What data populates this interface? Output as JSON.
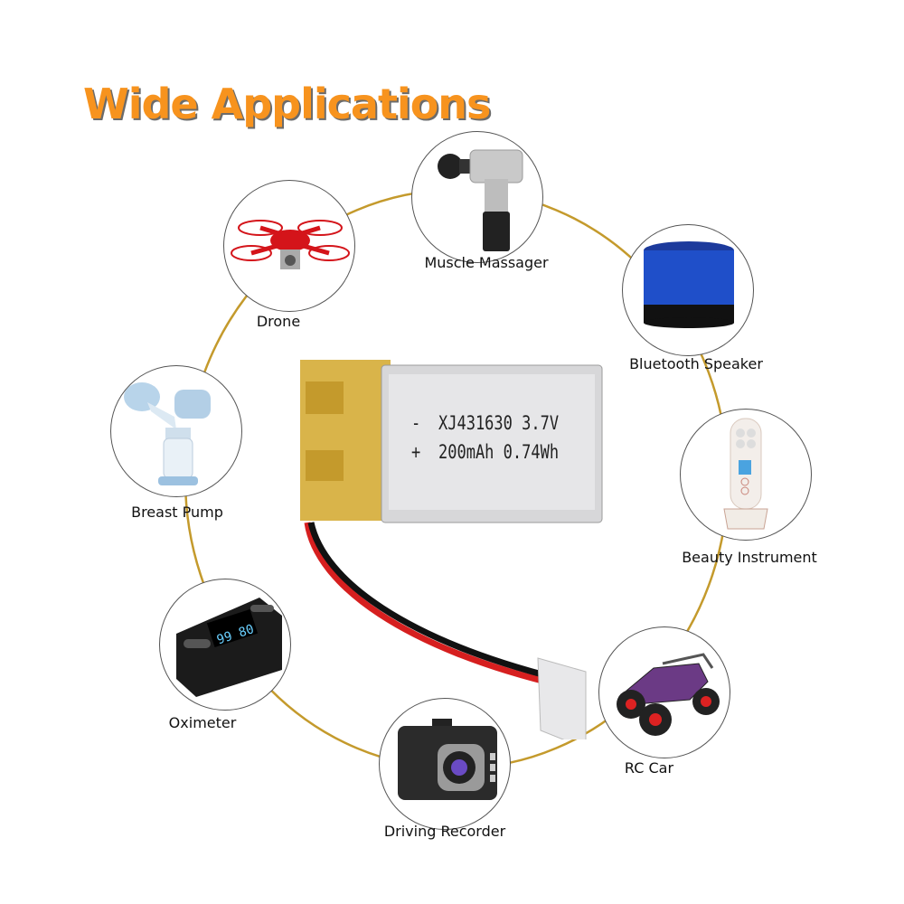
{
  "title": "Wide Applications",
  "colors": {
    "title": "#f7931e",
    "title_shadow": "#6b6b6b",
    "ring": "#c49a2c",
    "circle_border": "#555555"
  },
  "battery": {
    "polarity_negative": "-",
    "polarity_positive": "+",
    "line1": "XJ431630 3.7V",
    "line2": "200mAh 0.74Wh"
  },
  "applications": [
    {
      "id": "muscle-massager",
      "label": "Muscle Massager",
      "icon": "massage-gun-icon"
    },
    {
      "id": "bluetooth-speaker",
      "label": "Bluetooth Speaker",
      "icon": "speaker-icon"
    },
    {
      "id": "beauty-instrument",
      "label": "Beauty Instrument",
      "icon": "beauty-device-icon"
    },
    {
      "id": "rc-car",
      "label": "RC Car",
      "icon": "rc-car-icon"
    },
    {
      "id": "driving-recorder",
      "label": "Driving Recorder",
      "icon": "dashcam-icon"
    },
    {
      "id": "oximeter",
      "label": "Oximeter",
      "icon": "oximeter-icon",
      "display": "99 80"
    },
    {
      "id": "breast-pump",
      "label": "Breast Pump",
      "icon": "breast-pump-icon"
    },
    {
      "id": "drone",
      "label": "Drone",
      "icon": "drone-icon"
    }
  ]
}
